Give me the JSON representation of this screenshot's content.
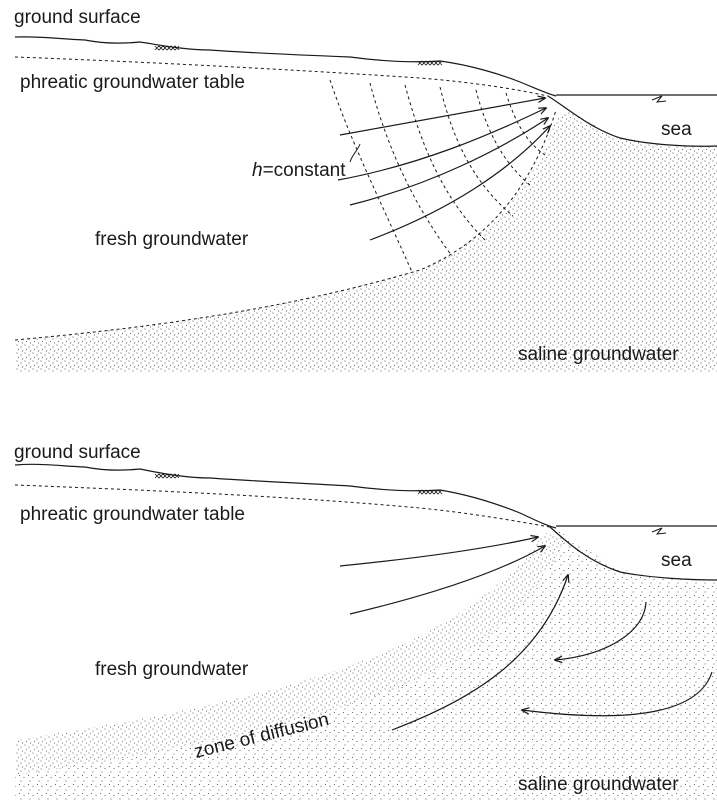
{
  "top_panel": {
    "ground_surface_label": "ground surface",
    "water_table_label": "phreatic groundwater table",
    "sea_label": "sea",
    "h_symbol": "h",
    "h_constant_label": "=constant",
    "fresh_label": "fresh groundwater",
    "saline_label": "saline groundwater"
  },
  "bottom_panel": {
    "ground_surface_label": "ground surface",
    "water_table_label": "phreatic groundwater table",
    "sea_label": "sea",
    "fresh_label": "fresh groundwater",
    "diffusion_label": "zone of diffusion",
    "saline_label": "saline groundwater"
  }
}
